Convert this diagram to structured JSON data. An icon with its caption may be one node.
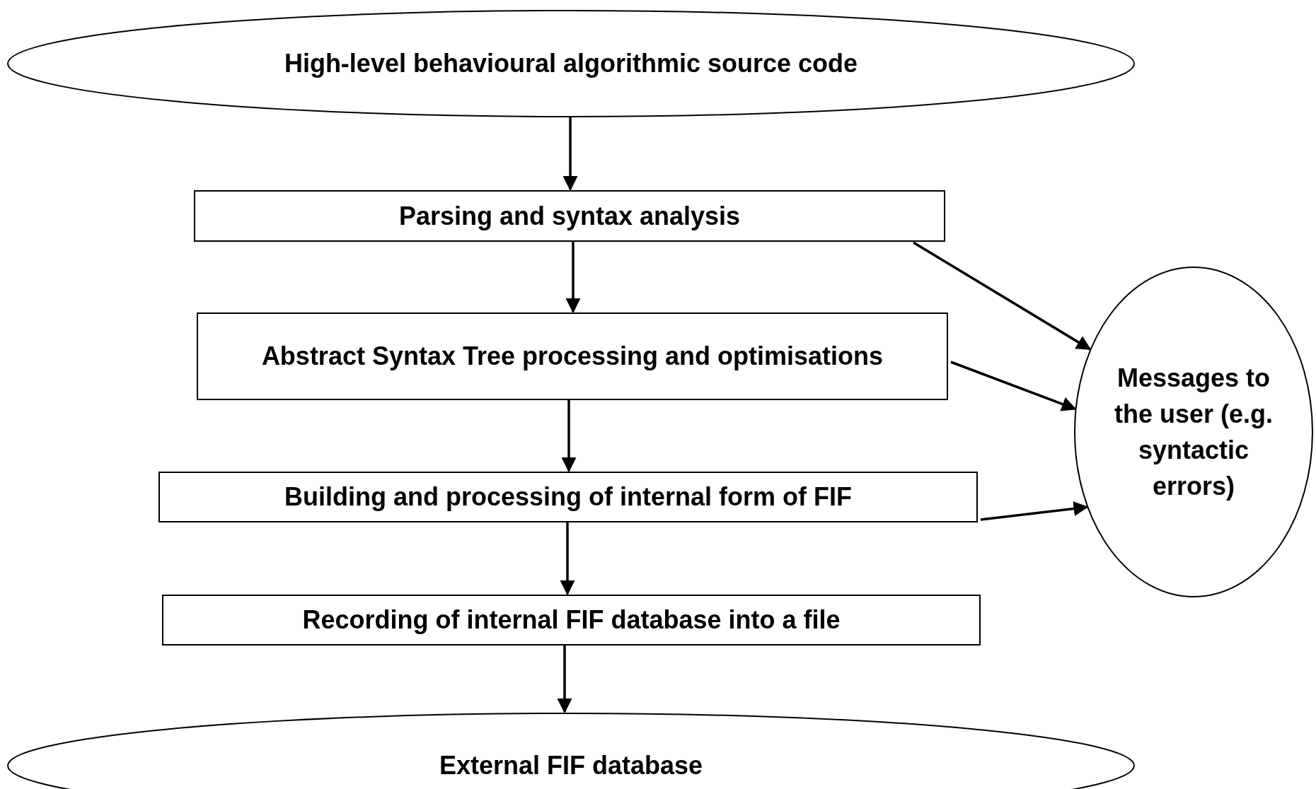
{
  "diagram": {
    "nodes": [
      {
        "text": [
          "High-level behavioural algorithmic source code"
        ]
      },
      {
        "text": [
          "Parsing and syntax analysis"
        ]
      },
      {
        "text": [
          "Abstract Syntax Tree processing and optimisations"
        ]
      },
      {
        "text": [
          "Building and processing of internal form of FIF"
        ]
      },
      {
        "text": [
          "Recording of internal FIF database into a file"
        ]
      },
      {
        "text": [
          "External FIF database"
        ]
      },
      {
        "text": [
          "Messages to the user (e.g. syntactic errors)"
        ]
      }
    ],
    "edges": [
      {
        "from": 0,
        "to": 1,
        "arrow": "to"
      },
      {
        "from": 1,
        "to": 2,
        "arrow": "to"
      },
      {
        "from": 2,
        "to": 3,
        "arrow": "to"
      },
      {
        "from": 3,
        "to": 4,
        "arrow": "to"
      },
      {
        "from": 4,
        "to": 5,
        "arrow": "to"
      },
      {
        "from": 1,
        "to": 6,
        "arrow": "to"
      },
      {
        "from": 2,
        "to": 6,
        "arrow": "to"
      },
      {
        "from": 3,
        "to": 6,
        "arrow": "to"
      }
    ]
  }
}
